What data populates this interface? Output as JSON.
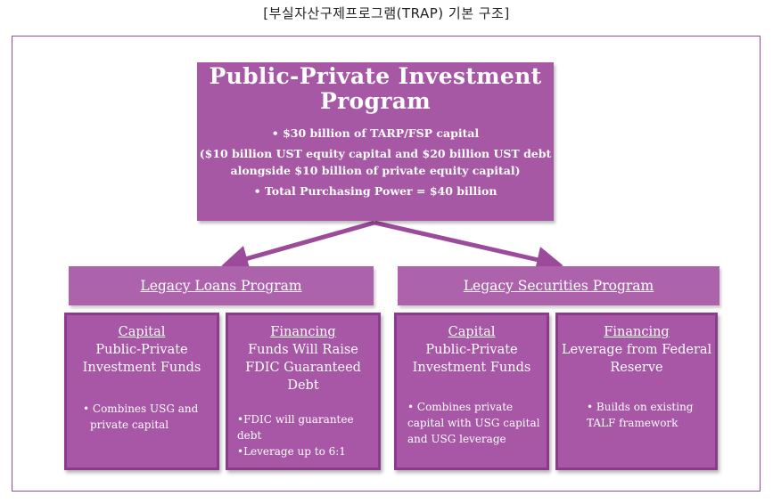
{
  "caption": "[부실자산구제프로그램(TRAP) 기본 구조]",
  "top": {
    "title_line1": "Public-Private Investment",
    "title_line2": "Program",
    "bullet1": "• $30 billion of TARP/FSP capital",
    "bullet2_line1": "($10 billion UST equity capital and $20 billion UST debt",
    "bullet2_line2": "alongside $10 billion of private equity capital)",
    "bullet3": "• Total Purchasing Power = $40 billion"
  },
  "programs": {
    "loans": "Legacy Loans Program",
    "securities": "Legacy Securities Program"
  },
  "cards": {
    "ll_capital": {
      "head": "Capital",
      "sub1": "Public-Private",
      "sub2": "Investment Funds",
      "bullet_line1": "• Combines USG  and",
      "bullet_line2": "private capital"
    },
    "ll_financing": {
      "head": "Financing",
      "sub1": "Funds Will Raise",
      "sub2": "FDIC Guaranteed",
      "sub3": "Debt",
      "bullet1_line1": "•FDIC will  guarantee",
      "bullet1_line2": "debt",
      "bullet2": "•Leverage up to 6:1"
    },
    "ls_capital": {
      "head": "Capital",
      "sub1": "Public-Private",
      "sub2": "Investment Funds",
      "bullet_line1": "• Combines private",
      "bullet_line2": "capital with USG  capital",
      "bullet_line3": "and USG leverage"
    },
    "ls_financing": {
      "head": "Financing",
      "sub1": "Leverage from Federal",
      "sub2": "Reserve",
      "bullet_line1": "• Builds on existing",
      "bullet_line2": "TALF framework"
    }
  },
  "colors": {
    "box_fill": "#a95aa8",
    "card_border": "#8a3b89",
    "arrow": "#9b4b9a",
    "frame": "#9a4a9a"
  }
}
